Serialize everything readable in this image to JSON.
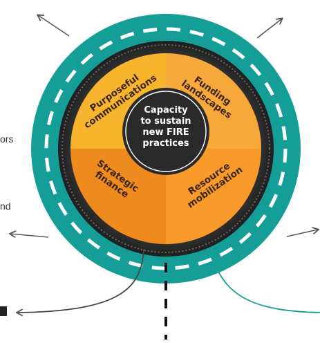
{
  "diagram": {
    "center_text": [
      "Capacity",
      "to sustain",
      "new FIRE",
      "practices"
    ],
    "quadrants": [
      {
        "id": "purposeful-communications",
        "lines": [
          "Purposeful",
          "communications"
        ],
        "color": "#f7b52e"
      },
      {
        "id": "funding-landscapes",
        "lines": [
          "Funding",
          "landscapes"
        ],
        "color": "#f6a83a"
      },
      {
        "id": "strategic-finance",
        "lines": [
          "Strategic",
          "finance"
        ],
        "color": "#ef8a1e"
      },
      {
        "id": "resource-mobilization",
        "lines": [
          "Resource",
          "mobilization"
        ],
        "color": "#f79a2a"
      }
    ],
    "side_fragments": {
      "left_1": "ors",
      "left_2": "nd"
    },
    "colors": {
      "outer_ring": "#159e97",
      "road_ring": "#2b2b2b",
      "dashes": "#ffffff",
      "center": "#2a2a2a",
      "arrows": "#555555",
      "teal_line": "#159e97"
    }
  }
}
